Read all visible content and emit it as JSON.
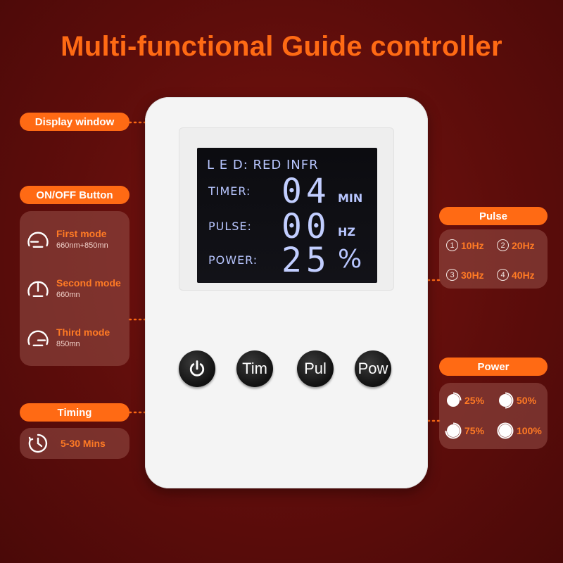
{
  "title": "Multi-functional Guide controller",
  "display": {
    "led_line": "L E D: RED INFR",
    "timer_label": "TIMER:",
    "timer_value": "04",
    "timer_unit": "MIN",
    "pulse_label": "PULSE:",
    "pulse_value": "00",
    "pulse_unit": "HZ",
    "power_label": "POWER:",
    "power_value": "25",
    "power_unit": "%"
  },
  "buttons": {
    "power": "power-icon",
    "timing": "Tim",
    "pulse": "Pul",
    "power_level": "Pow"
  },
  "callouts": {
    "display_window": "Display window",
    "onoff": "ON/OFF Button",
    "timing": "Timing",
    "pulse": "Pulse",
    "power": "Power"
  },
  "modes": [
    {
      "name": "First mode",
      "sub": "660nm+850mn"
    },
    {
      "name": "Second mode",
      "sub": "660mn"
    },
    {
      "name": "Third mode",
      "sub": "850mn"
    }
  ],
  "timing_range": "5-30 Mins",
  "pulse_options": [
    {
      "num": "1",
      "label": "10Hz"
    },
    {
      "num": "2",
      "label": "20Hz"
    },
    {
      "num": "3",
      "label": "30Hz"
    },
    {
      "num": "4",
      "label": "40Hz"
    }
  ],
  "power_options": [
    {
      "label": "25%",
      "fraction": 0.25
    },
    {
      "label": "50%",
      "fraction": 0.5
    },
    {
      "label": "75%",
      "fraction": 0.75
    },
    {
      "label": "100%",
      "fraction": 1.0
    }
  ],
  "colors": {
    "accent": "#ff6a14",
    "background": "#5e0d0b",
    "lcd_text": "#b8c6ff"
  }
}
